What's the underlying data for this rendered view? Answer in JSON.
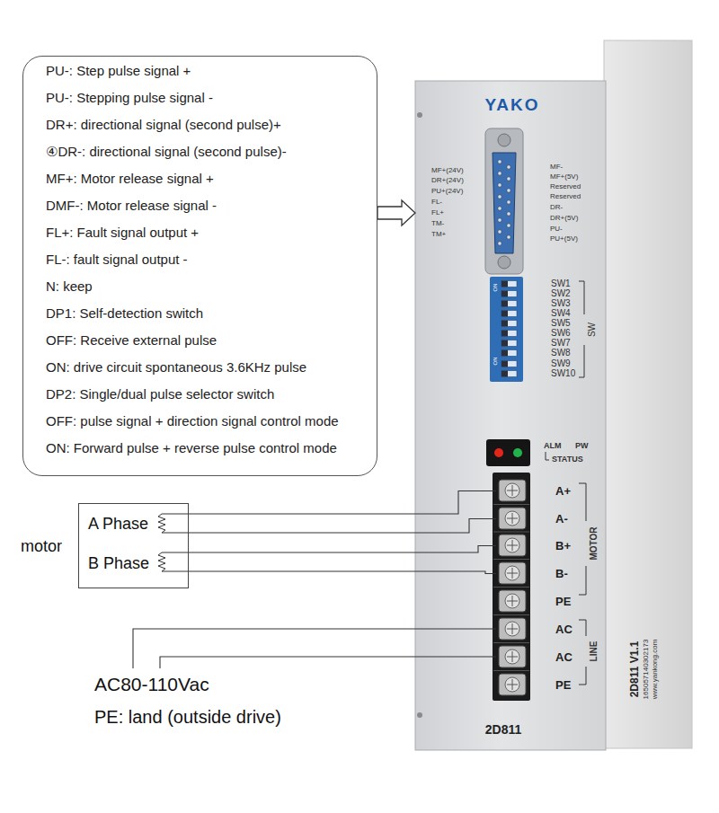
{
  "diagram": {
    "nodes": [
      {
        "text": [
          "PU-: Step pulse signal +",
          "PU-: Stepping pulse signal -",
          "DR+: directional signal (second pulse)+",
          "④DR-: directional signal (second pulse)-",
          "MF+: Motor release signal +",
          "DMF-: Motor release signal -",
          "FL+: Fault signal output +",
          "FL-: fault signal output -",
          "N: keep",
          "DP1: Self-detection switch",
          "OFF: Receive external pulse",
          "ON: drive circuit spontaneous 3.6KHz pulse",
          "DP2: Single/dual pulse selector switch",
          "OFF: pulse signal + direction signal control mode",
          "ON: Forward pulse + reverse pulse control mode"
        ]
      },
      {
        "text": [
          "YAKO",
          "2D811"
        ]
      },
      {
        "text": [
          "A+"
        ],
        "in": 1
      },
      {
        "text": [
          "A-"
        ],
        "in": 1
      },
      {
        "text": [
          "B+"
        ],
        "in": 1
      },
      {
        "text": [
          "B-"
        ],
        "in": 1
      },
      {
        "text": [
          "PE"
        ],
        "in": 1
      },
      {
        "text": [
          "AC"
        ],
        "in": 1
      },
      {
        "text": [
          "AC"
        ],
        "in": 1
      },
      {
        "text": [
          "PE"
        ],
        "in": 1
      },
      {
        "text": [
          "motor",
          "A Phase",
          "B Phase"
        ]
      }
    ],
    "edges": [
      {
        "from": 0,
        "to": 1,
        "arrow": "to"
      },
      {
        "from": 10,
        "to": 2,
        "arrow": "none"
      },
      {
        "from": 10,
        "to": 3,
        "arrow": "none"
      },
      {
        "from": 10,
        "to": 4,
        "arrow": "none"
      },
      {
        "from": 10,
        "to": 5,
        "arrow": "none"
      }
    ],
    "labels": [
      "MF+(24V)",
      "DR+(24V)",
      "PU+(24V)",
      "FL-",
      "FL+",
      "TM-",
      "TM+",
      "MF-",
      "MF+(5V)",
      "Reserved",
      "Reserved",
      "DR-",
      "DR+(5V)",
      "PU-",
      "PU+(5V)",
      "ON",
      "ON",
      "SW1",
      "SW2",
      "SW3",
      "SW4",
      "SW5",
      "SW6",
      "SW7",
      "SW8",
      "SW9",
      "SW10",
      "SW",
      "ALM",
      "PW",
      "STATUS",
      "MOTOR",
      "LINE",
      "AC80-110Vac",
      "PE: land (outside drive)",
      "2D811 V1.1",
      "165057140302173",
      "www.yankong.com"
    ]
  }
}
